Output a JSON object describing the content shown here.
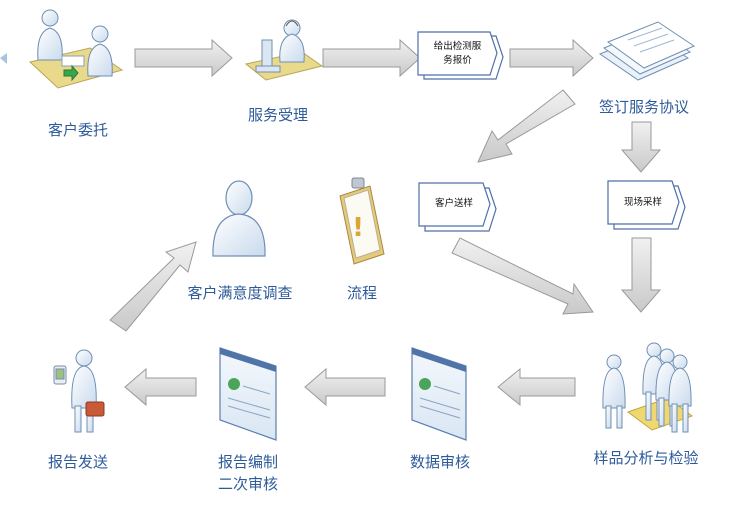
{
  "nodes": {
    "customer_commission": "客户委托",
    "service_acceptance": "服务受理",
    "quote_box_line1": "给出检测服",
    "quote_box_line2": "务报价",
    "sign_agreement": "签订服务协议",
    "customer_delivery": "客户送样",
    "onsite_sampling": "现场采样",
    "process": "流程",
    "satisfaction_survey": "客户满意度调查",
    "sample_analysis": "样品分析与检验",
    "data_review": "数据审核",
    "report_compile_line1": "报告编制",
    "report_compile_line2": "二次审核",
    "report_send": "报告发送"
  },
  "colors": {
    "label": "#2d5b9a",
    "arrow_fill": "#d9d9d9",
    "arrow_stroke": "#9a9a9a",
    "figure_fill": "#e3edf7",
    "figure_stroke": "#6f8fb5",
    "box_stroke": "#4f6fa8"
  },
  "icons": {
    "customer_commission": "handshake-desk-icon",
    "service_acceptance": "service-desk-icon",
    "sign_agreement": "document-stack-icon",
    "process": "clipboard-icon",
    "satisfaction_survey": "person-icon",
    "sample_analysis": "people-group-icon",
    "data_review": "screen-window-icon",
    "report_compile": "screen-window-icon",
    "report_send": "person-briefcase-icon"
  }
}
